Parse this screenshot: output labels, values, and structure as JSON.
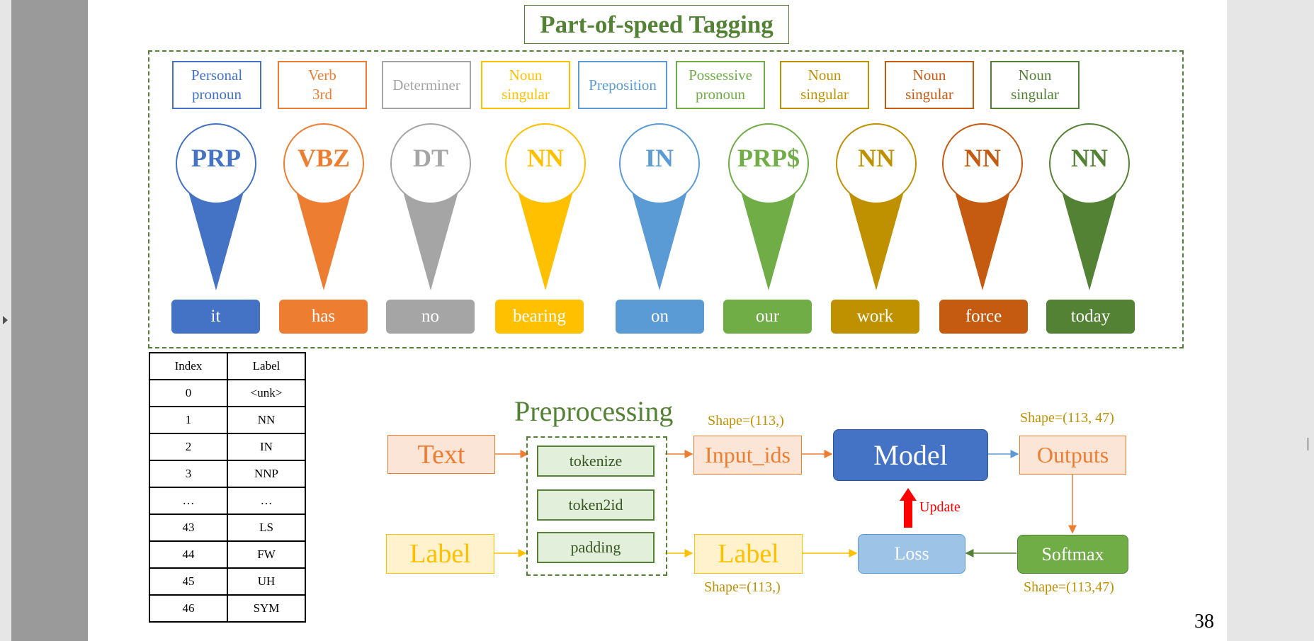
{
  "title": "Part-of-speed Tagging",
  "tokens": [
    {
      "label_l1": "Personal",
      "label_l2": "pronoun",
      "tag": "PRP",
      "word": "it",
      "color": "#4472c4"
    },
    {
      "label_l1": "Verb",
      "label_l2": "3rd",
      "tag": "VBZ",
      "word": "has",
      "color": "#ed7d31"
    },
    {
      "label_l1": "Determiner",
      "label_l2": "",
      "tag": "DT",
      "word": "no",
      "color": "#a5a5a5"
    },
    {
      "label_l1": "Noun",
      "label_l2": "singular",
      "tag": "NN",
      "word": "bearing",
      "color": "#ffc000"
    },
    {
      "label_l1": "Preposition",
      "label_l2": "",
      "tag": "IN",
      "word": "on",
      "color": "#5b9bd5"
    },
    {
      "label_l1": "Possessive",
      "label_l2": "pronoun",
      "tag": "PRP$",
      "word": "our",
      "color": "#70ad47"
    },
    {
      "label_l1": "Noun",
      "label_l2": "singular",
      "tag": "NN",
      "word": "work",
      "color": "#bf9000"
    },
    {
      "label_l1": "Noun",
      "label_l2": "singular",
      "tag": "NN",
      "word": "force",
      "color": "#c55a11"
    },
    {
      "label_l1": "Noun",
      "label_l2": "singular",
      "tag": "NN",
      "word": "today",
      "color": "#548235"
    }
  ],
  "table": {
    "headers": [
      "Index",
      "Label"
    ],
    "rows": [
      [
        "0",
        "<unk>"
      ],
      [
        "1",
        "NN"
      ],
      [
        "2",
        "IN"
      ],
      [
        "3",
        "NNP"
      ],
      [
        "…",
        "…"
      ],
      [
        "43",
        "LS"
      ],
      [
        "44",
        "FW"
      ],
      [
        "45",
        "UH"
      ],
      [
        "46",
        "SYM"
      ]
    ]
  },
  "pipeline": {
    "preprocessing_title": "Preprocessing",
    "text": "Text",
    "label_in": "Label",
    "steps": [
      "tokenize",
      "token2id",
      "padding"
    ],
    "input_ids": "Input_ids",
    "label_out": "Label",
    "model": "Model",
    "outputs": "Outputs",
    "update": "Update",
    "loss": "Loss",
    "softmax": "Softmax",
    "shape_input": "Shape=(113,)",
    "shape_label": "Shape=(113,)",
    "shape_outputs": "Shape=(113, 47)",
    "shape_softmax": "Shape=(113,47)"
  },
  "page_number": "38"
}
